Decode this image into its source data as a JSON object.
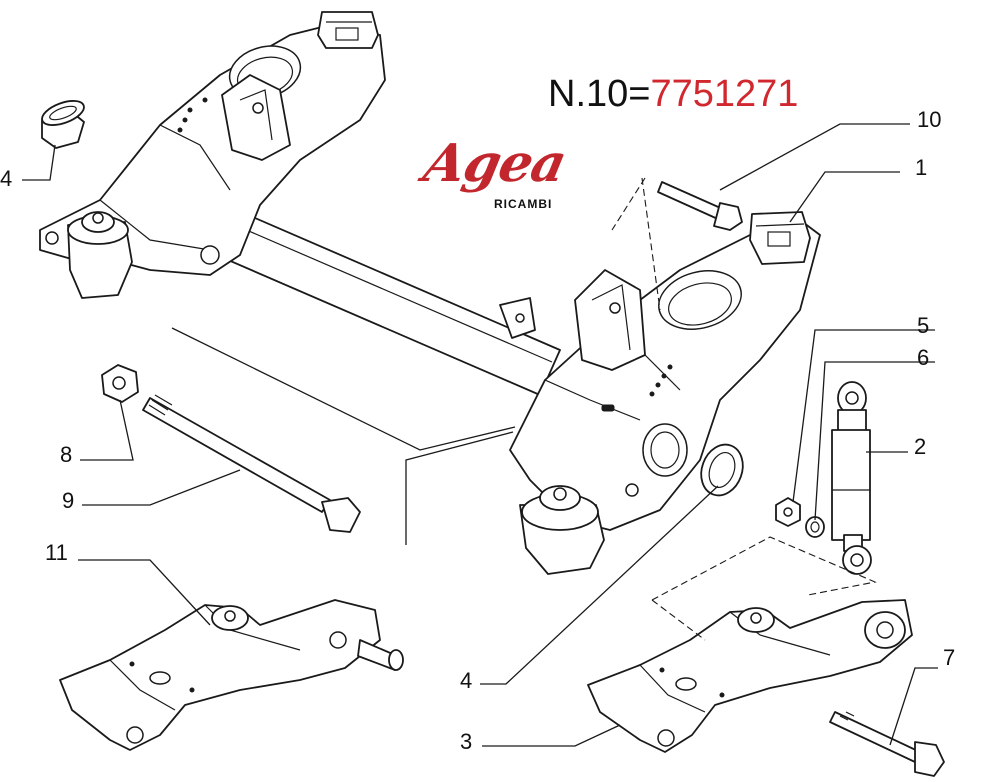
{
  "header": {
    "label": "N.10=",
    "value": "7751271",
    "value_color": "#d0282e"
  },
  "brand": {
    "name": "Agea",
    "sub": "RICAMBI",
    "color": "#c1272d"
  },
  "callouts": {
    "c1": "1",
    "c2": "2",
    "c3": "3",
    "c4_left": "4",
    "c4_bottom": "4",
    "c5": "5",
    "c6": "6",
    "c7": "7",
    "c8": "8",
    "c9": "9",
    "c10": "10",
    "c11": "11"
  }
}
